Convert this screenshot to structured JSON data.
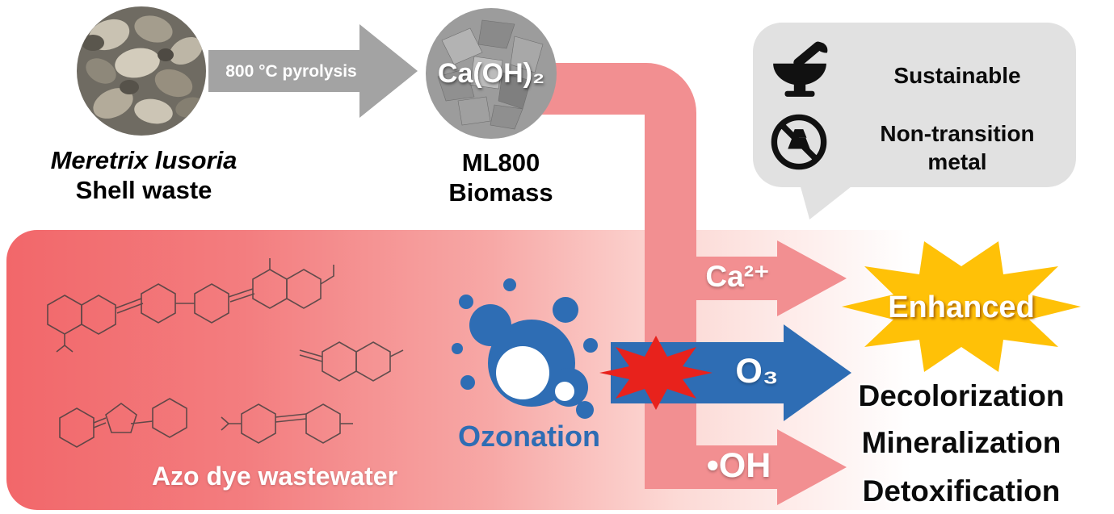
{
  "top": {
    "shell_caption_italic": "Meretrix lusoria",
    "shell_caption_bold": "Shell waste",
    "pyrolysis_label": "800 °C pyrolysis",
    "caoh2_label": "Ca(OH)₂",
    "product_line1": "ML800",
    "product_line2": "Biomass"
  },
  "callout": {
    "sustainable": "Sustainable",
    "non_transition_line1": "Non-transition",
    "non_transition_line2": "metal"
  },
  "reaction": {
    "wastewater_label": "Azo dye wastewater",
    "ozonation_label": "Ozonation",
    "calcium_ion": "Ca²⁺",
    "ozone": "O₃",
    "hydroxyl_radical": "•OH",
    "enhanced": "Enhanced",
    "outcomes": [
      "Decolorization",
      "Mineralization",
      "Detoxification"
    ]
  },
  "icons": {
    "sustainable": "mortar-pestle-leaf-icon",
    "non_transition_metal": "crossed-metal-circle-icon",
    "ozonation": "blue-bubbles",
    "reaction_junction": "red-starburst",
    "enhanced": "yellow-starburst"
  },
  "colors": {
    "pipe_salmon": "#F28F91",
    "panel_red": "#F2676A",
    "ozone_blue": "#2E6DB4",
    "burst_red": "#E8221C",
    "star_yellow": "#FFC107",
    "arrow_gray": "#A3A3A3",
    "callout_gray": "#E1E1E1"
  }
}
